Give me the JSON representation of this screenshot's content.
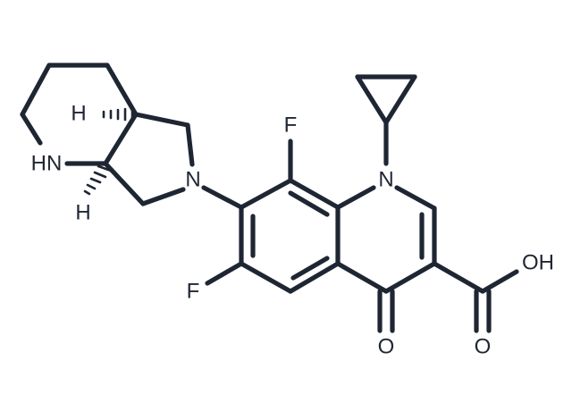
{
  "colors": {
    "bond": "#1f2633",
    "background": "#ffffff"
  },
  "atoms": {
    "f_top": "F",
    "f_left": "F",
    "n_ring": "N",
    "n_pyrrolidine": "N",
    "nh": "HN",
    "h_upper": "H",
    "h_lower": "H",
    "o_ketone": "O",
    "o_acid": "O",
    "oh": "OH"
  }
}
